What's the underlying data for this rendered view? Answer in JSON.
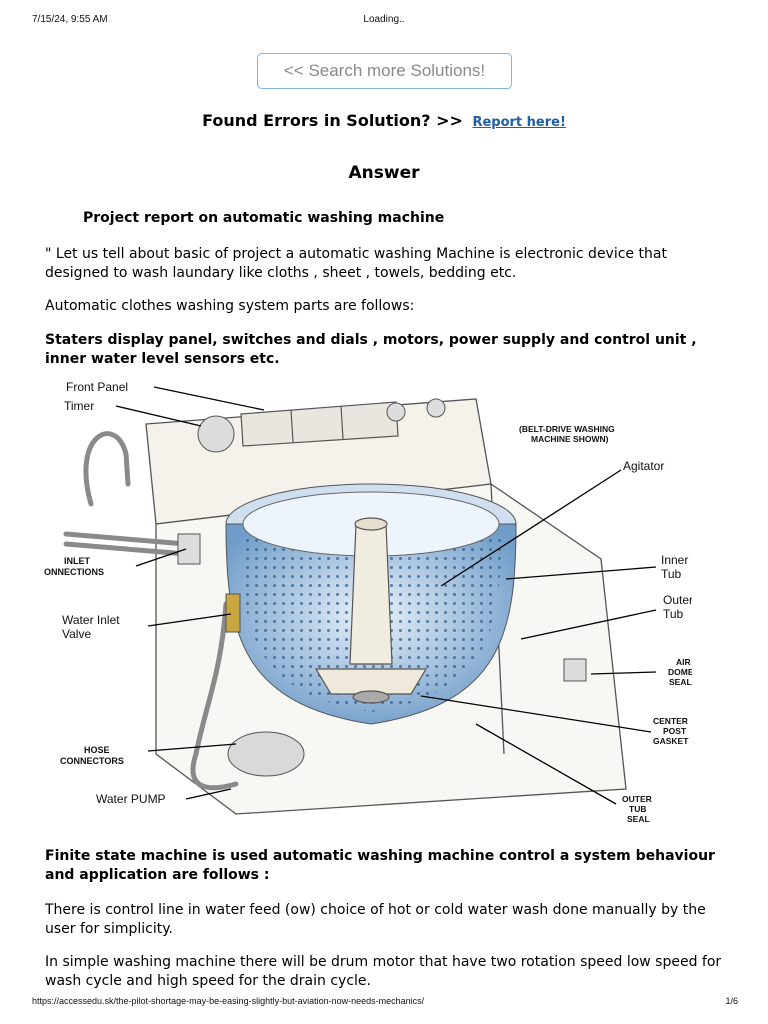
{
  "browser": {
    "datetime": "7/15/24, 9:55 AM",
    "status": "Loading..",
    "url": "https://accessedu.sk/the-pilot-shortage-may-be-easing-slightly-but-aviation-now-needs-mechanics/",
    "page_indicator": "1/6"
  },
  "search": {
    "label": "<< Search more Solutions!"
  },
  "errors": {
    "prefix": "Found Errors in Solution? >>",
    "link": "Report here!"
  },
  "heading": "Answer",
  "project_title": "Project report on automatic washing machine",
  "paragraphs": {
    "intro": "\" Let us tell about basic of project a automatic washing Machine is electronic device that designed to wash laundary like cloths , sheet , towels, bedding etc.",
    "parts_intro": "Automatic clothes washing system parts are follows:",
    "parts_list": "Staters display panel, switches and dials , motors, power supply and control unit , inner water level sensors etc.",
    "fsm": "Finite state machine is used automatic washing machine control a system behaviour and application are follows :",
    "control_line": "There is control line in water feed (ow) choice of hot or cold water wash done manually by the user for simplicity.",
    "drum_motor": "In simple washing machine there will be drum motor that have two rotation speed low speed for wash cycle and high speed for the drain cycle."
  },
  "diagram": {
    "front_panel": "Front Panel",
    "timer": "Timer",
    "belt_drive_1": "(BELT-DRIVE WASHING",
    "belt_drive_2": "MACHINE SHOWN)",
    "agitator": "Agitator",
    "inlet_1": "INLET",
    "inlet_2": "ONNECTIONS",
    "inner_tub_1": "Inner",
    "inner_tub_2": "Tub",
    "water_inlet_1": "Water Inlet",
    "water_inlet_2": "Valve",
    "outer_tub_1": "Outer",
    "outer_tub_2": "Tub",
    "air_dome_1": "AIR",
    "air_dome_2": "DOME",
    "air_dome_3": "SEAL",
    "center_post_1": "CENTER",
    "center_post_2": "POST",
    "center_post_3": "GASKET",
    "hose_1": "HOSE",
    "hose_2": "CONNECTORS",
    "water_pump": "Water PUMP",
    "outer_seal_1": "OUTER",
    "outer_seal_2": "TUB",
    "outer_seal_3": "SEAL"
  }
}
